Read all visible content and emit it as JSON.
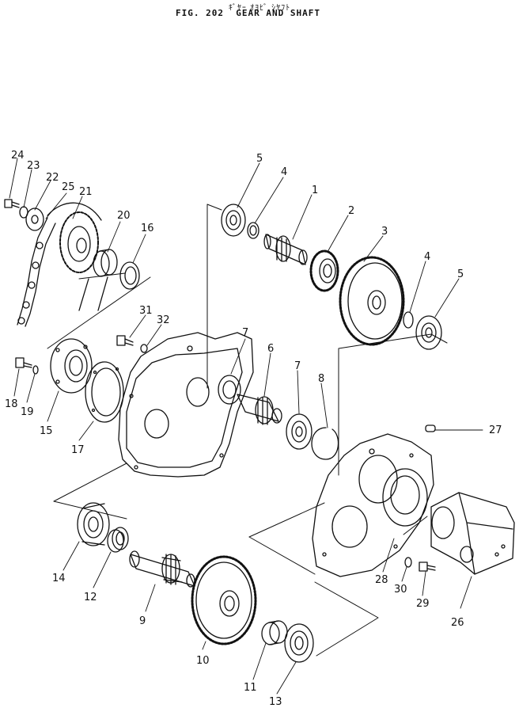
{
  "header": {
    "jp_title": "ｷﾞﾔｰ ｵﾖﾋﾞ ｼﾔﾌﾄ",
    "fig_number": "FIG. 202",
    "title": "GEAR AND SHAFT"
  },
  "labels": {
    "p1": "1",
    "p2": "2",
    "p3": "3",
    "p4a": "4",
    "p4b": "4",
    "p5a": "5",
    "p5b": "5",
    "p6": "6",
    "p7a": "7",
    "p7b": "7",
    "p8": "8",
    "p9": "9",
    "p10": "10",
    "p11": "11",
    "p12": "12",
    "p13": "13",
    "p14": "14",
    "p15": "15",
    "p16": "16",
    "p17": "17",
    "p18": "18",
    "p19": "19",
    "p20": "20",
    "p21": "21",
    "p22": "22",
    "p23": "23",
    "p24": "24",
    "p25": "25",
    "p26": "26",
    "p27": "27",
    "p28": "28",
    "p29": "29",
    "p30": "30",
    "p31": "31",
    "p32": "32"
  }
}
